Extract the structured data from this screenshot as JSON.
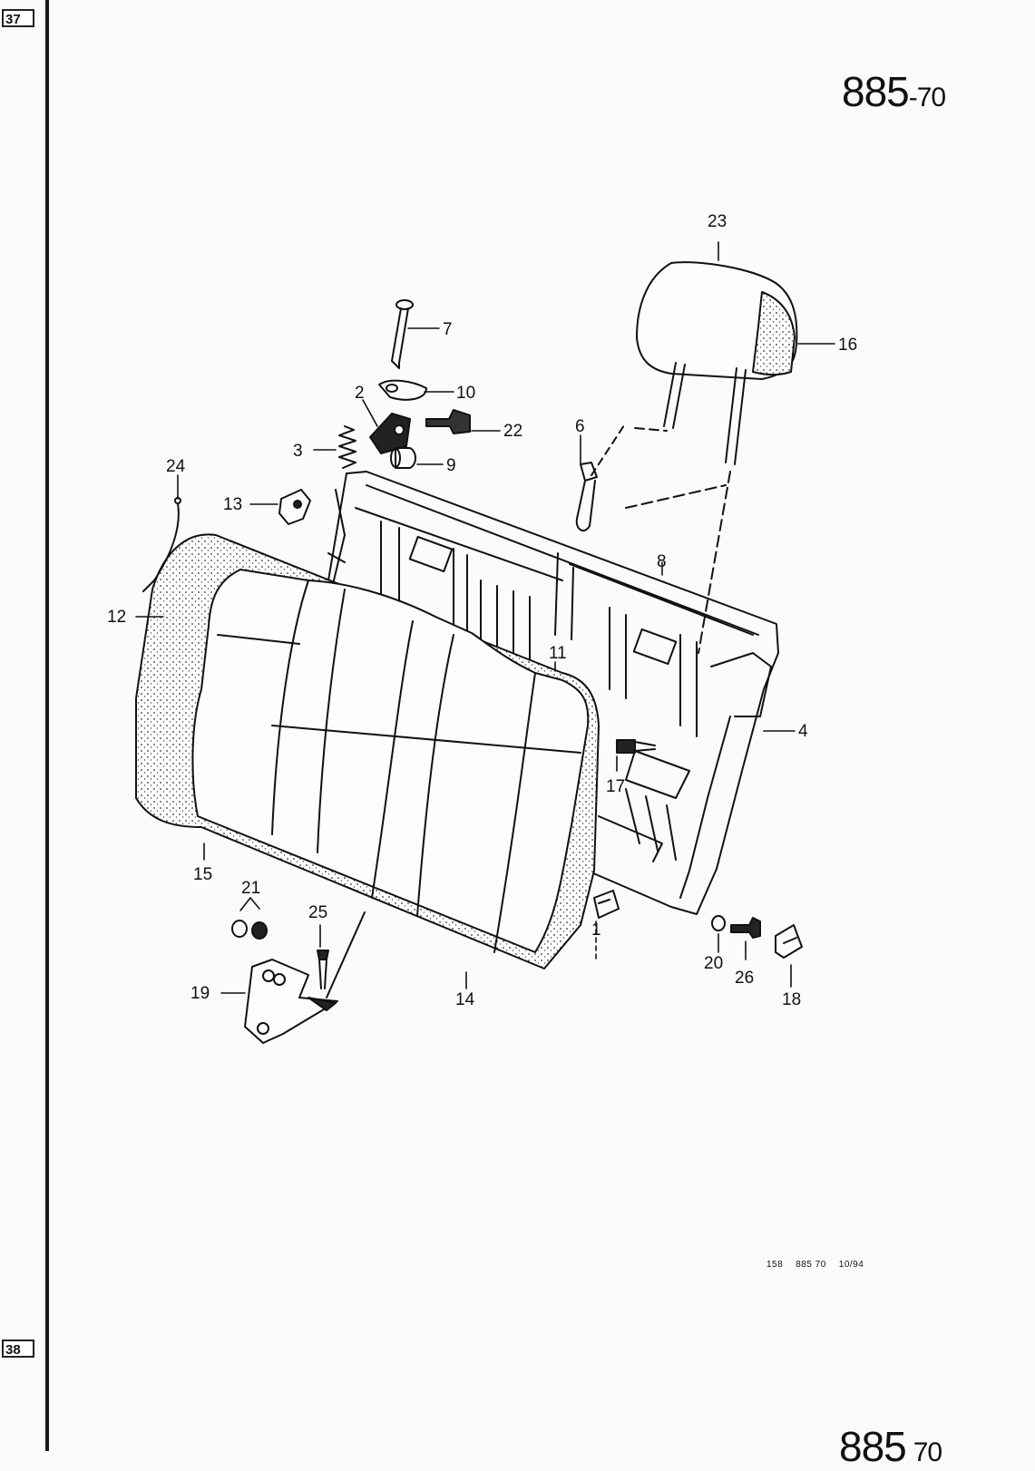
{
  "margin_tabs": {
    "top": "37",
    "bottom": "38"
  },
  "page_number": {
    "main": "885",
    "suffix": "-70"
  },
  "page_number_bottom": {
    "main": "885",
    "suffix": "70"
  },
  "callouts": {
    "c1": "1",
    "c2": "2",
    "c3": "3",
    "c4": "4",
    "c6": "6",
    "c7": "7",
    "c8": "8",
    "c9": "9",
    "c10": "10",
    "c11": "11",
    "c12": "12",
    "c13": "13",
    "c14": "14",
    "c15": "15",
    "c16": "16",
    "c17": "17",
    "c18": "18",
    "c19": "19",
    "c20": "20",
    "c21": "21",
    "c22": "22",
    "c23": "23",
    "c24": "24",
    "c25": "25",
    "c26": "26"
  },
  "footer": {
    "sheet": "158",
    "ref": "885 70",
    "date": "10/94"
  }
}
